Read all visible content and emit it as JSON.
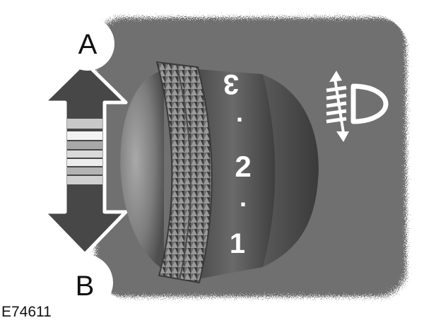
{
  "labels": {
    "direction_up": "A",
    "direction_down": "B"
  },
  "dial": {
    "numbers": [
      "3",
      "2",
      "1"
    ],
    "separators": [
      ".",
      "."
    ]
  },
  "icon": "headlamp-levelling-icon",
  "figure_code": "E74611",
  "colors": {
    "panel": "#6f6f6f",
    "arrow": "#4a4a4a",
    "dial_drum": "#5e5e5e",
    "dial_dome": "#828282",
    "knurl": "#7a7a7a",
    "numerals": "#ffffff"
  }
}
